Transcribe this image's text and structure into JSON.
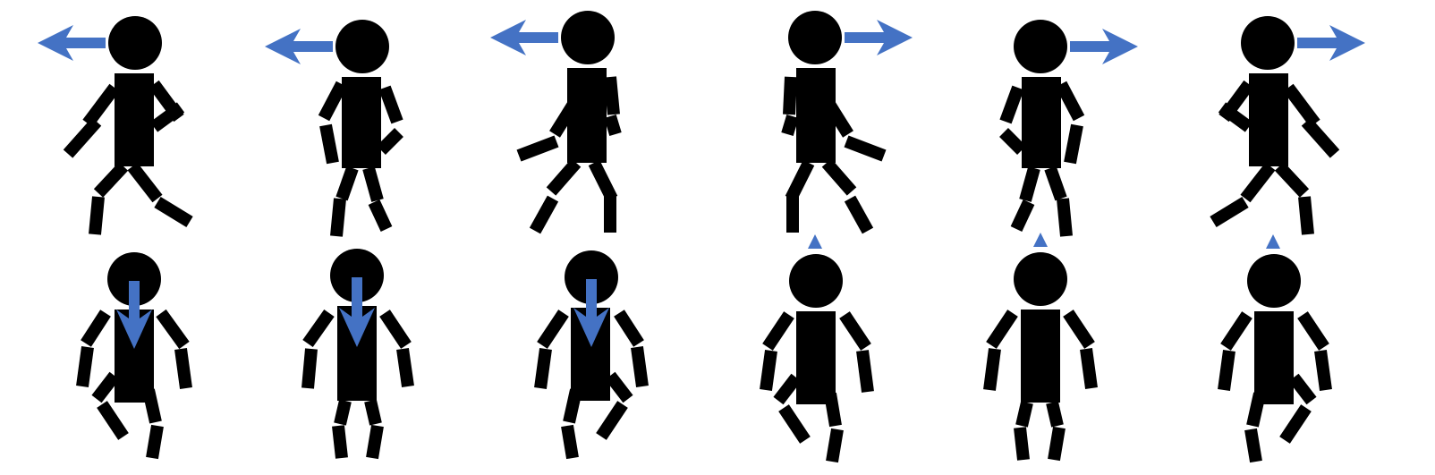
{
  "colors": {
    "figure": "#000000",
    "arrow": "#4472C4",
    "background": "#FFFFFF"
  },
  "figures": [
    {
      "row": "top",
      "pose": "walk-a",
      "arrow": "left-arrow-icon"
    },
    {
      "row": "top",
      "pose": "walk-b",
      "arrow": "left-arrow-icon"
    },
    {
      "row": "top",
      "pose": "walk-c",
      "arrow": "left-arrow-icon"
    },
    {
      "row": "top",
      "pose": "walk-c-mirrored",
      "arrow": "right-arrow-icon"
    },
    {
      "row": "top",
      "pose": "walk-b-mirrored",
      "arrow": "right-arrow-icon"
    },
    {
      "row": "top",
      "pose": "walk-a-mirrored",
      "arrow": "right-arrow-icon"
    },
    {
      "row": "bottom",
      "pose": "front-step-right",
      "arrow": "down-arrow-icon"
    },
    {
      "row": "bottom",
      "pose": "front-stand",
      "arrow": "down-arrow-icon"
    },
    {
      "row": "bottom",
      "pose": "front-step-left",
      "arrow": "down-arrow-icon"
    },
    {
      "row": "bottom",
      "pose": "back-step-left",
      "arrow": "up-triangle-icon"
    },
    {
      "row": "bottom",
      "pose": "back-stand",
      "arrow": "up-triangle-icon"
    },
    {
      "row": "bottom",
      "pose": "back-step-right",
      "arrow": "up-triangle-icon"
    }
  ]
}
